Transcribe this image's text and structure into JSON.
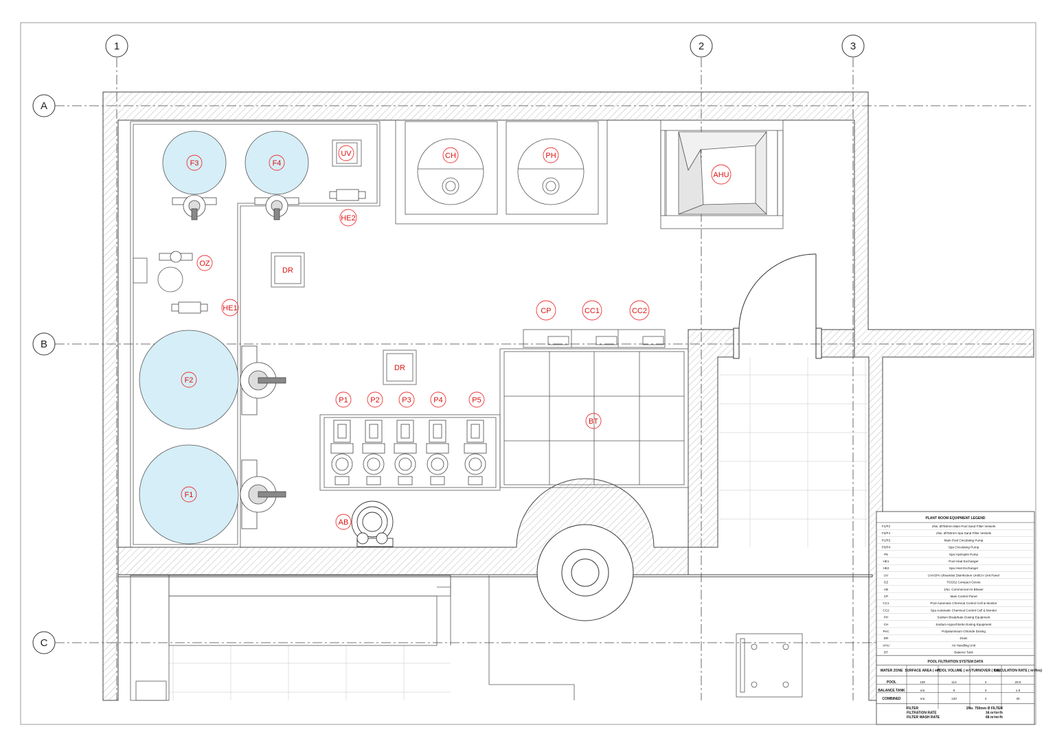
{
  "grid": {
    "columns": [
      "1",
      "2",
      "3"
    ],
    "rows": [
      "A",
      "B",
      "C"
    ]
  },
  "equipment_tags": [
    "F3",
    "F4",
    "UV",
    "HE2",
    "CH",
    "PH",
    "AHU",
    "OZ",
    "DR",
    "DR",
    "HE1",
    "CP",
    "CC1",
    "CC2",
    "F2",
    "F1",
    "P1",
    "P2",
    "P3",
    "P4",
    "P5",
    "BT",
    "AB"
  ],
  "legend": {
    "title": "PLANT ROOM EQUIPMENT LEGEND",
    "rows": [
      {
        "code": "F1/F2",
        "desc": "2No. Ø750mm Main Pool Sand Filter Vessels"
      },
      {
        "code": "F3/F4",
        "desc": "2No. Ø750mm Spa Sand Filter Vessels"
      },
      {
        "code": "P1/P2",
        "desc": "Main Pool Circulating Pump"
      },
      {
        "code": "P3/P4",
        "desc": "Spa Circulating Pump"
      },
      {
        "code": "P5",
        "desc": "Spa Hydrojets Pump"
      },
      {
        "code": "HE1",
        "desc": "Pool Heat Exchanger"
      },
      {
        "code": "HE2",
        "desc": "Spa Heat Exchanger"
      },
      {
        "code": "UV",
        "desc": "UVASPA Ultraviolet Disinfection Unit/UV Unit Panel"
      },
      {
        "code": "OZ",
        "desc": "TOG52 Compact Ozone"
      },
      {
        "code": "AB",
        "desc": "1No. Commercial Air Blower"
      },
      {
        "code": "CP",
        "desc": "Main Control Panel"
      },
      {
        "code": "CC1",
        "desc": "Pool Automatic Chemical Control Cell & Monitor"
      },
      {
        "code": "CC2",
        "desc": "Spa Automatic Chemical Control Cell & Monitor"
      },
      {
        "code": "PH",
        "desc": "Sodium Bisulphate Dosing Equipment"
      },
      {
        "code": "CH",
        "desc": "Sodium Hypochlorite Dosing Equipment"
      },
      {
        "code": "PAC",
        "desc": "Polyaluminium Chloride Dosing"
      },
      {
        "code": "DR",
        "desc": "Drain"
      },
      {
        "code": "AHU",
        "desc": "Air Handling Unit"
      },
      {
        "code": "BT",
        "desc": "Balance Tank"
      }
    ]
  },
  "filtration": {
    "title": "POOL FILTRATION SYSTEM DATA",
    "headers": [
      "WATER ZONE",
      "SURFACE AREA ( m²)",
      "POOL VOLUME ( m³)",
      "TURNOVER ( hrs)",
      "CIRCULATION RATE ( m³/hrs)"
    ],
    "rows": [
      [
        "POOL",
        "108",
        "114",
        "4",
        "28.5"
      ],
      [
        "BALANCE TANK",
        "n/a",
        "6",
        "4",
        "1.5"
      ],
      [
        "COMBINED",
        "n/a",
        "120",
        "4",
        "30"
      ]
    ],
    "notes": [
      {
        "label": "FILTER",
        "value": "2No. 750mm Ø FILTER"
      },
      {
        "label": "FILTRATION RATE",
        "value": "34 m³/m²/h"
      },
      {
        "label": "FILTER WASH RATE",
        "value": "68 m³/m²/h"
      }
    ]
  }
}
